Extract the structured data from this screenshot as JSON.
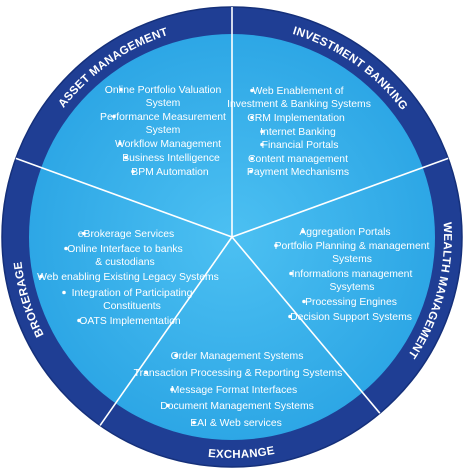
{
  "colors": {
    "ring": "#1f3e94",
    "ring_dark": "#15307a",
    "fill": "#2aa4e4",
    "fill_light": "#4cc0f2",
    "divider": "#ffffff",
    "text": "#ffffff"
  },
  "segments": [
    {
      "name": "ASSET MANAGEMENT",
      "items": [
        [
          "Online Portfolio Valuation",
          "System"
        ],
        [
          "Performance Measurement",
          "System"
        ],
        [
          "Workflow Management"
        ],
        [
          "Business Intelligence"
        ],
        [
          "BPM Automation"
        ]
      ]
    },
    {
      "name": "INVESTMENT BANKING",
      "items": [
        [
          "Web Enablement of",
          "Investment & Banking Systems"
        ],
        [
          "CRM Implementation"
        ],
        [
          "Internet Banking"
        ],
        [
          "Financial Portals"
        ],
        [
          "Content management"
        ],
        [
          "Payment Mechanisms"
        ]
      ]
    },
    {
      "name": "WEALTH MANAGEMENT",
      "items": [
        [
          "Aggregation Portals"
        ],
        [
          "Portfolio Planning & management",
          "Systems"
        ],
        [
          "Informations management",
          "Sysytems"
        ],
        [
          "Processing Engines"
        ],
        [
          "Decision Support Systems"
        ]
      ]
    },
    {
      "name": "EXCHANGE",
      "items": [
        [
          "Order Management Systems"
        ],
        [
          "Transaction Processing & Reporting Systems"
        ],
        [
          "Message Format Interfaces"
        ],
        [
          "Document Management Systems"
        ],
        [
          "EAI & Web services"
        ]
      ]
    },
    {
      "name": "BROKERAGE",
      "items": [
        [
          "eBrokerage Services"
        ],
        [
          "Online Interface to banks",
          "& custodians"
        ],
        [
          "Web enabling Existing Legacy Systems"
        ],
        [
          "Integration of Participating",
          "Constituents"
        ],
        [
          "OATS Implementation"
        ]
      ]
    }
  ]
}
